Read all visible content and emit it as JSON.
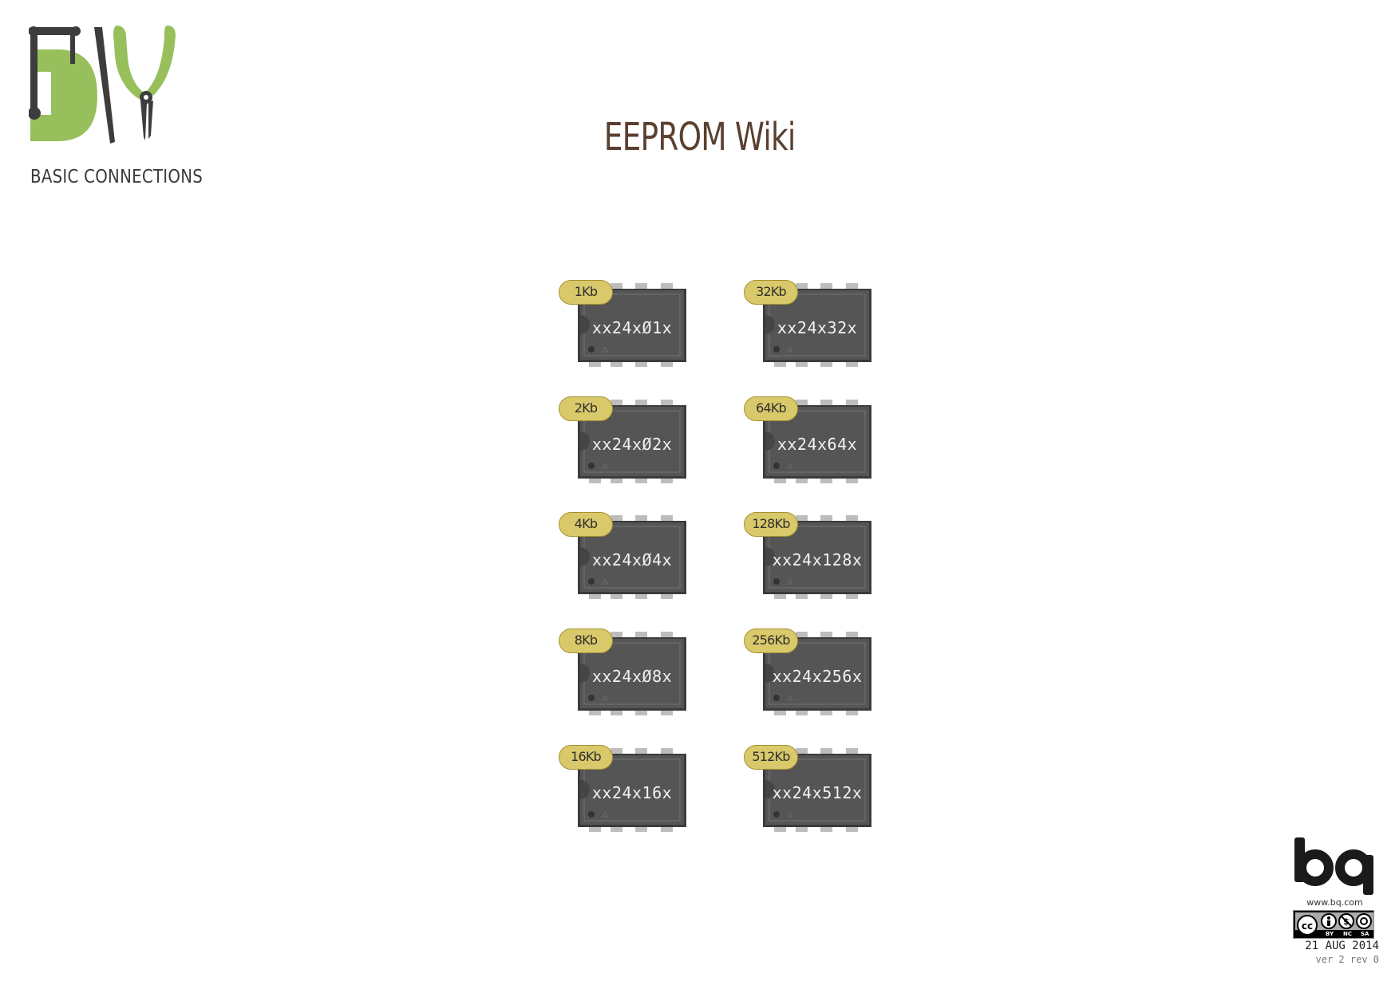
{
  "header": {
    "logo_caption": "BASIC CONNECTIONS",
    "title": "EEPROM Wiki"
  },
  "chips": [
    {
      "capacity": "1Kb",
      "part": "xx24xØ1x"
    },
    {
      "capacity": "2Kb",
      "part": "xx24xØ2x"
    },
    {
      "capacity": "4Kb",
      "part": "xx24xØ4x"
    },
    {
      "capacity": "8Kb",
      "part": "xx24xØ8x"
    },
    {
      "capacity": "16Kb",
      "part": "xx24x16x"
    },
    {
      "capacity": "32Kb",
      "part": "xx24x32x"
    },
    {
      "capacity": "64Kb",
      "part": "xx24x64x"
    },
    {
      "capacity": "128Kb",
      "part": "xx24x128x"
    },
    {
      "capacity": "256Kb",
      "part": "xx24x256x"
    },
    {
      "capacity": "512Kb",
      "part": "xx24x512x"
    }
  ],
  "footer": {
    "brand": "bq",
    "url": "www.bq.com",
    "license_terms": [
      "BY",
      "NC",
      "SA"
    ],
    "date": "21 AUG 2014",
    "version": "ver 2 rev 0"
  },
  "colors": {
    "logo_green": "#97c05c",
    "logo_dark": "#3d3d3d",
    "title_brown": "#5a4030",
    "badge_fill": "#d9c96a",
    "chip_body": "#555555",
    "chip_pins": "#bdbdbd"
  },
  "icons": {
    "logo": "diy-tools-logo",
    "chip": "dip8-ic-chip",
    "brand": "bq-logo",
    "license": "creative-commons-by-nc-sa"
  }
}
